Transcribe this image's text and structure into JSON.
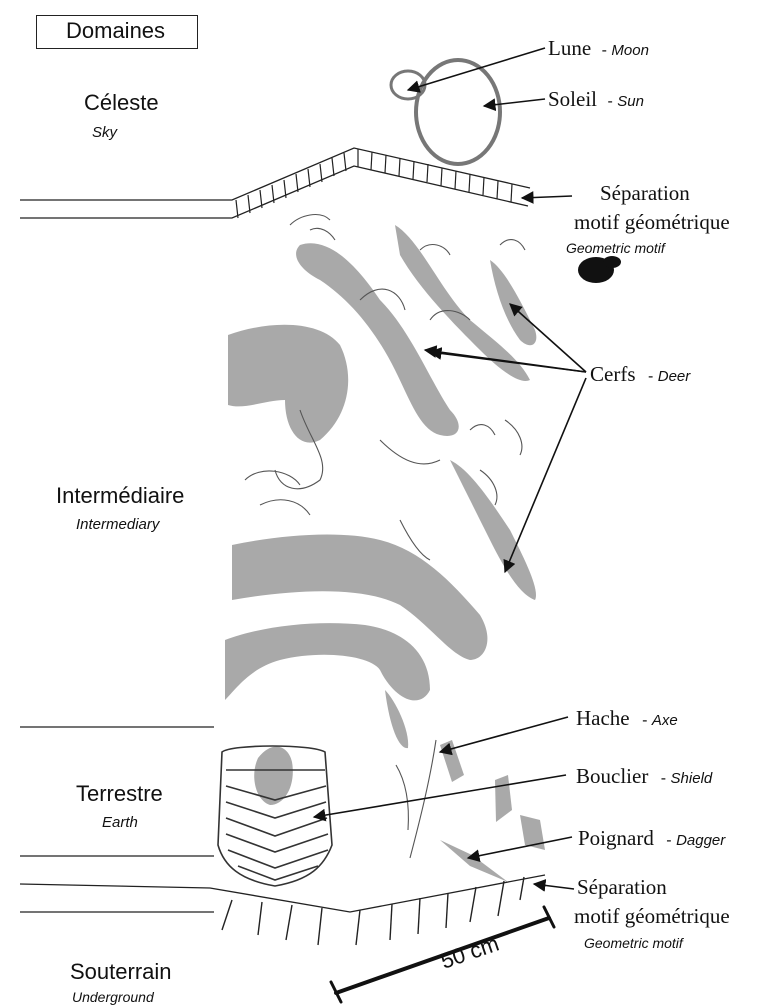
{
  "domains": {
    "box_title": "Domaines",
    "celeste": {
      "fr": "Céleste",
      "en": "Sky"
    },
    "intermediaire": {
      "fr": "Intermédiaire",
      "en": "Intermediary"
    },
    "terrestre": {
      "fr": "Terrestre",
      "en": "Earth"
    },
    "souterrain": {
      "fr": "Souterrain",
      "en": "Underground"
    }
  },
  "labels": {
    "lune": {
      "fr": "Lune",
      "en": "Moon"
    },
    "soleil": {
      "fr": "Soleil",
      "en": "Sun"
    },
    "separation_top": {
      "fr1": "Séparation",
      "fr2": "motif géométrique",
      "en": "Geometric motif"
    },
    "cerfs": {
      "fr": "Cerfs",
      "en": "Deer"
    },
    "hache": {
      "fr": "Hache",
      "en": "Axe"
    },
    "bouclier": {
      "fr": "Bouclier",
      "en": "Shield"
    },
    "poignard": {
      "fr": "Poignard",
      "en": "Dagger"
    },
    "separation_bottom": {
      "fr1": "Séparation",
      "fr2": "motif géométrique",
      "en": "Geometric motif"
    },
    "dash": "-"
  },
  "scale": {
    "text": "50 cm"
  },
  "colors": {
    "engraving": "#a9a9a9",
    "lines": "#222222"
  }
}
